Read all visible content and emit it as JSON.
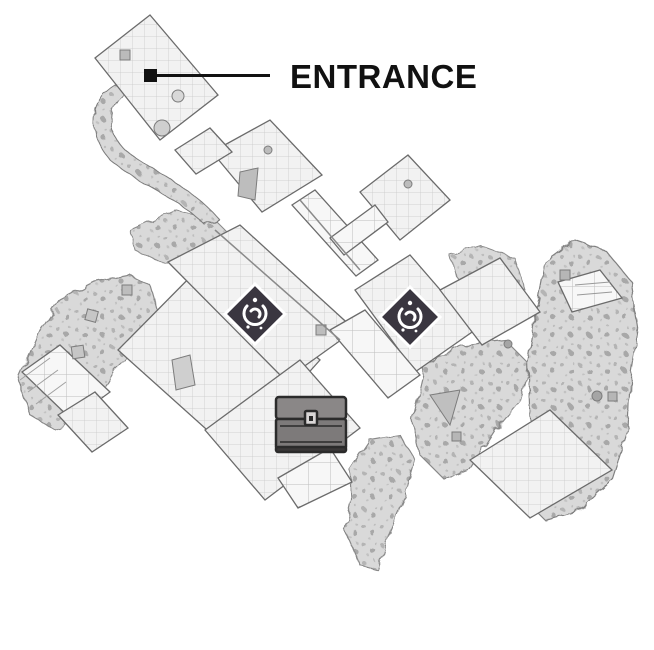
{
  "map": {
    "entrance_label": "ENTRANCE",
    "markers": [
      {
        "name": "waypoint-marker-west",
        "icon": "portal-swirl-icon"
      },
      {
        "name": "waypoint-marker-east",
        "icon": "portal-swirl-icon"
      },
      {
        "name": "treasure-chest-marker",
        "icon": "treasure-chest-icon"
      },
      {
        "name": "entrance-marker",
        "icon": "square-pin-icon"
      }
    ],
    "colors": {
      "marker_fill": "#3a3640",
      "marker_border": "#ffffff",
      "chest_fill": "#7d7a7a",
      "chest_outline": "#2b2b2b",
      "stone": "#e4e4e4",
      "rock": "#9c9c9c"
    }
  }
}
